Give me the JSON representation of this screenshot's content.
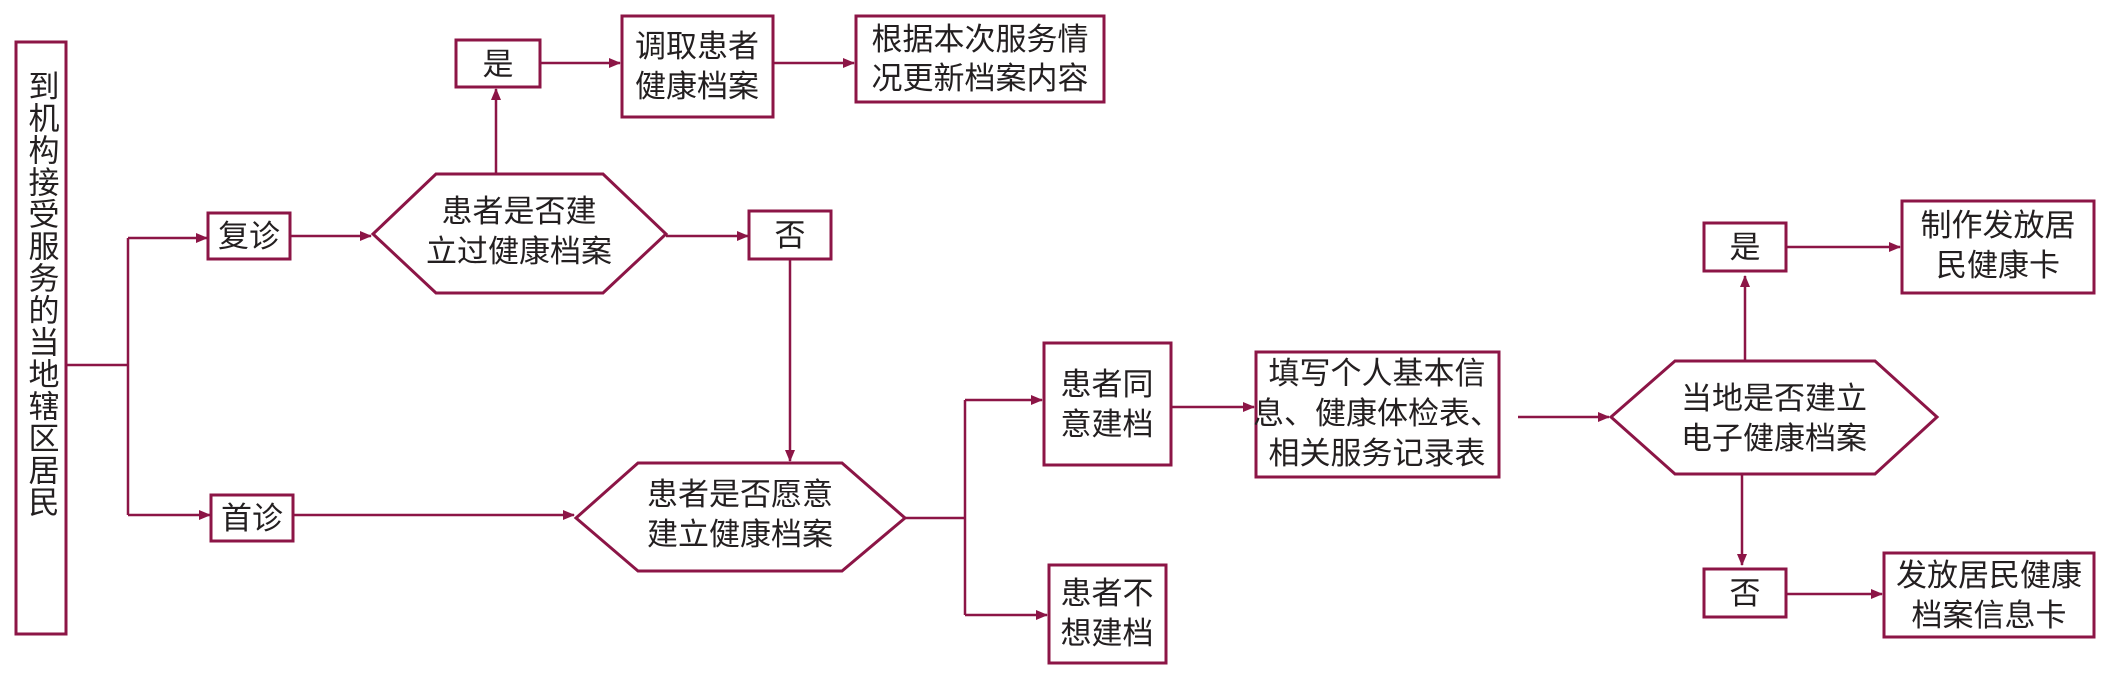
{
  "colors": {
    "stroke": "#8c1546",
    "text": "#231f20",
    "background": "#ffffff"
  },
  "nodes": {
    "start": "到机构接受服务的当地辖区居民",
    "followup": "复诊",
    "first_visit": "首诊",
    "q_record_exists": [
      "患者是否建",
      "立过健康档案"
    ],
    "yes_top": "是",
    "no_top": "否",
    "retrieve": [
      "调取患者",
      "健康档案"
    ],
    "update": [
      "根据本次服务情",
      "况更新档案内容"
    ],
    "q_willing": [
      "患者是否愿意",
      "建立健康档案"
    ],
    "agree": [
      "患者同",
      "意建档"
    ],
    "refuse": [
      "患者不",
      "想建档"
    ],
    "fill_forms": [
      "填写个人基本信",
      "息、健康体检表、",
      "相关服务记录表"
    ],
    "q_electronic": [
      "当地是否建立",
      "电子健康档案"
    ],
    "yes_right": "是",
    "no_right": "否",
    "make_card": [
      "制作发放居",
      "民健康卡"
    ],
    "info_card": [
      "发放居民健康",
      "档案信息卡"
    ]
  }
}
